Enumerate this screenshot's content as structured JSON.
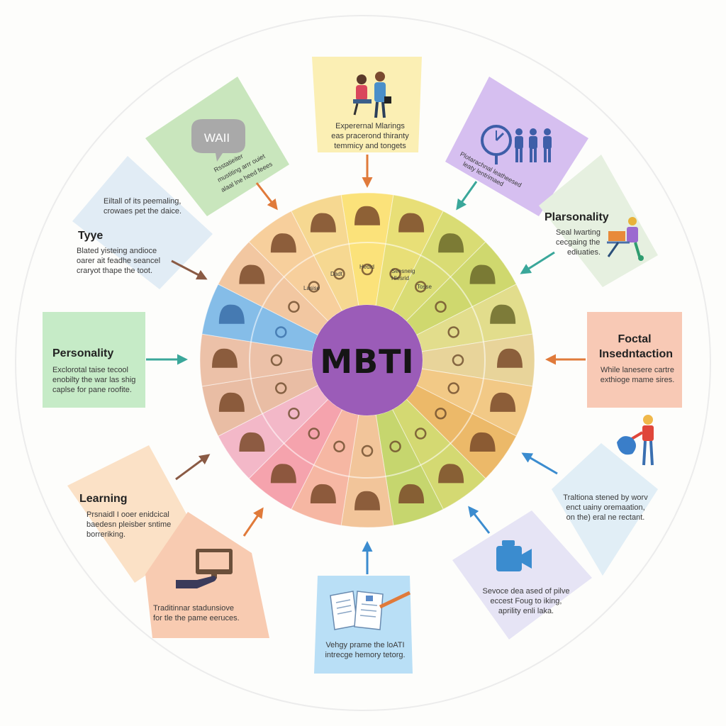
{
  "center": {
    "label": "MBTI"
  },
  "colors": {
    "center": "#9b5cb8",
    "yellow": "#fbe58a",
    "orange": "#f7c98b",
    "olive": "#d6dc7a",
    "green": "#bcd98b",
    "blue": "#7fb6e3",
    "pink": "#f3a9b8",
    "icon": "#7a5230",
    "arrow_orange": "#e07a3a",
    "arrow_teal": "#3aa79a",
    "arrow_brown": "#8a5a44",
    "arrow_blue": "#3b8ccf"
  },
  "panels": {
    "top": {
      "line1": "Experernal Mlarings",
      "line2": "eas pracerond thiranty",
      "line3": "temmicy and tongets",
      "icon": "people-meeting-icon"
    },
    "top_left": {
      "icon_text": "WAII",
      "line1": "Rsstatieiter",
      "line2": "mustiting arrr ouiet",
      "line3": "alaal lne heed feees"
    },
    "top_right": {
      "line1": "Plotarachnal leatheesed",
      "line2": "leaty lentrimaed",
      "icon": "clock-people-icon"
    },
    "upper_left": {
      "heading": "Tyye",
      "line0a": "Eiltall of its peemaling,",
      "line0b": "crowaes pet the daice.",
      "line1": "Blated yisteing andioce",
      "line2": "oarer ait feadhe seancel",
      "line3": "craryot thape the toot."
    },
    "right_upper": {
      "heading": "Plarsonality",
      "line1": "Seal lwarting",
      "line2": "cecgaing the",
      "line3": "ediuaties.",
      "icon": "person-laptop-icon"
    },
    "left": {
      "heading": "Personality",
      "line1": "Exclorotal taise tecool",
      "line2": "enobilty the war las shig",
      "line3": "caplse for pane roofite."
    },
    "right": {
      "heading1": "Foctal",
      "heading2": "Insedntaction",
      "line1": "While lanesere cartre",
      "line2": "exthioge mame sires."
    },
    "lower_left": {
      "heading": "Learning",
      "line1": "Prsnaidl I ooer enidcical",
      "line2": "baedesn pleisber sntime",
      "line3": "borreriking."
    },
    "right_lower": {
      "line1": "Traltiona stened by worv",
      "line2": "enct uainy oremaation,",
      "line3": "on the) eral ne rectant."
    },
    "bottom_left": {
      "line1": "Traditinnar stadunsiove",
      "line2": "for tle the pame eeruces.",
      "icon": "monitor-hand-icon"
    },
    "bottom": {
      "line1": "Vehgy prame the loATI",
      "line2": "intrecge hemory tetorg.",
      "icon": "documents-pen-icon"
    },
    "bottom_right": {
      "line1": "Sevoce dea ased of pilve",
      "line2": "eccest Foug to iking,",
      "line3": "aprility enli laka.",
      "icon": "video-camera-icon"
    }
  },
  "wheel_labels": {
    "a": "Lasise",
    "b": "Dadt",
    "c": "Hedid",
    "d": "Seesneig",
    "e": "Hlesrid",
    "f": "Tosse"
  }
}
